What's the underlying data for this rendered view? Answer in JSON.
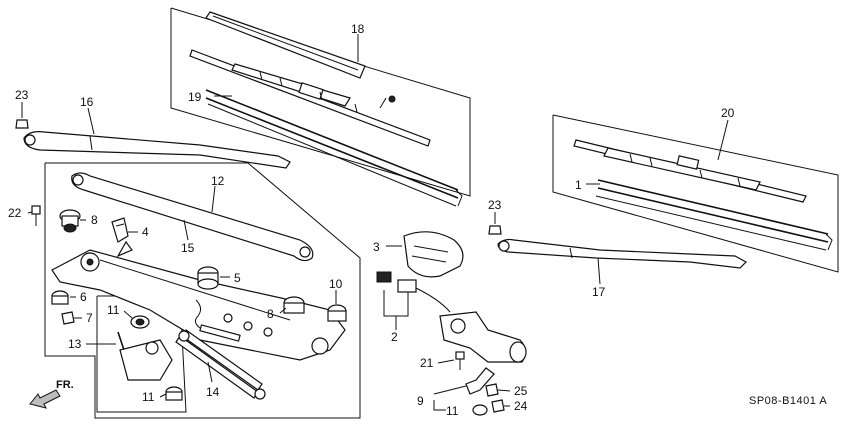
{
  "diagram": {
    "part_code": "SP08-B1401 A",
    "direction_label": "FR.",
    "callouts": [
      "1",
      "2",
      "3",
      "4",
      "5",
      "6",
      "7",
      "8",
      "8",
      "9",
      "10",
      "11",
      "11",
      "11",
      "12",
      "13",
      "14",
      "15",
      "16",
      "17",
      "18",
      "19",
      "20",
      "21",
      "22",
      "23",
      "23",
      "24",
      "25"
    ]
  }
}
